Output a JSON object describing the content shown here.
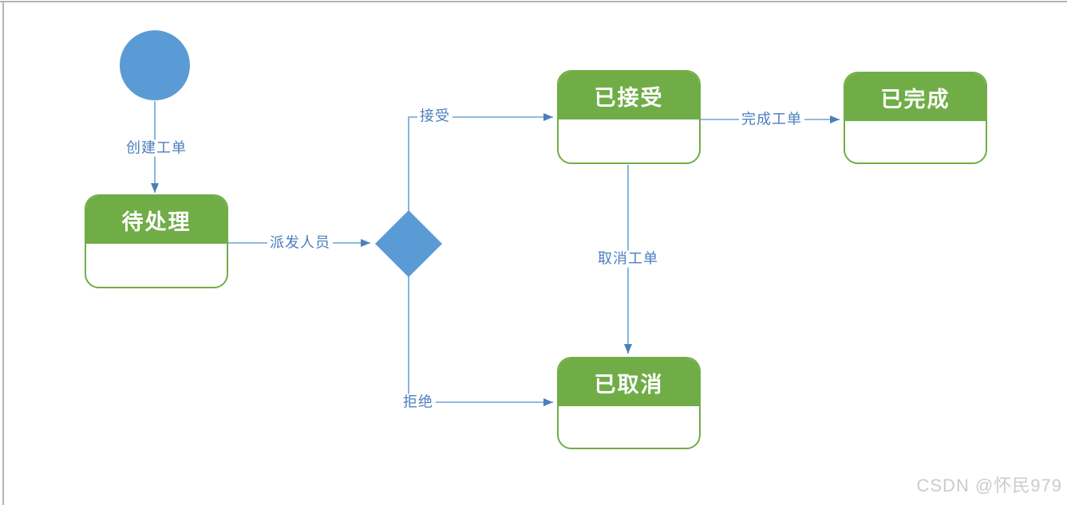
{
  "page": {
    "background": "#ffffff",
    "frame_border_color": "#b4b4ae"
  },
  "diagram": {
    "type": "state-diagram",
    "colors": {
      "state_header_green": "#70ad47",
      "state_border_green": "#70ad47",
      "shape_blue": "#5b9bd5",
      "line_blue": "#6ba3d8",
      "arrow_blue": "#4a7fbb",
      "label_text_blue": "#4d7ebf",
      "state_title_white": "#ffffff"
    },
    "start_node": {
      "name": "start",
      "shape": "circle"
    },
    "decision_node": {
      "name": "decision",
      "shape": "diamond"
    },
    "states": [
      {
        "id": "pending",
        "label": "待处理"
      },
      {
        "id": "accepted",
        "label": "已接受"
      },
      {
        "id": "completed",
        "label": "已完成"
      },
      {
        "id": "cancelled",
        "label": "已取消"
      }
    ],
    "transitions": [
      {
        "from": "start",
        "to": "pending",
        "label": "创建工单"
      },
      {
        "from": "pending",
        "to": "decision",
        "label": "派发人员"
      },
      {
        "from": "decision",
        "to": "accepted",
        "label": "接受"
      },
      {
        "from": "accepted",
        "to": "completed",
        "label": "完成工单"
      },
      {
        "from": "accepted",
        "to": "cancelled",
        "label": "取消工单"
      },
      {
        "from": "decision",
        "to": "cancelled",
        "label": "拒绝"
      }
    ]
  },
  "watermark": {
    "text": "CSDN @怀民979",
    "color": "#cbcbcb"
  }
}
